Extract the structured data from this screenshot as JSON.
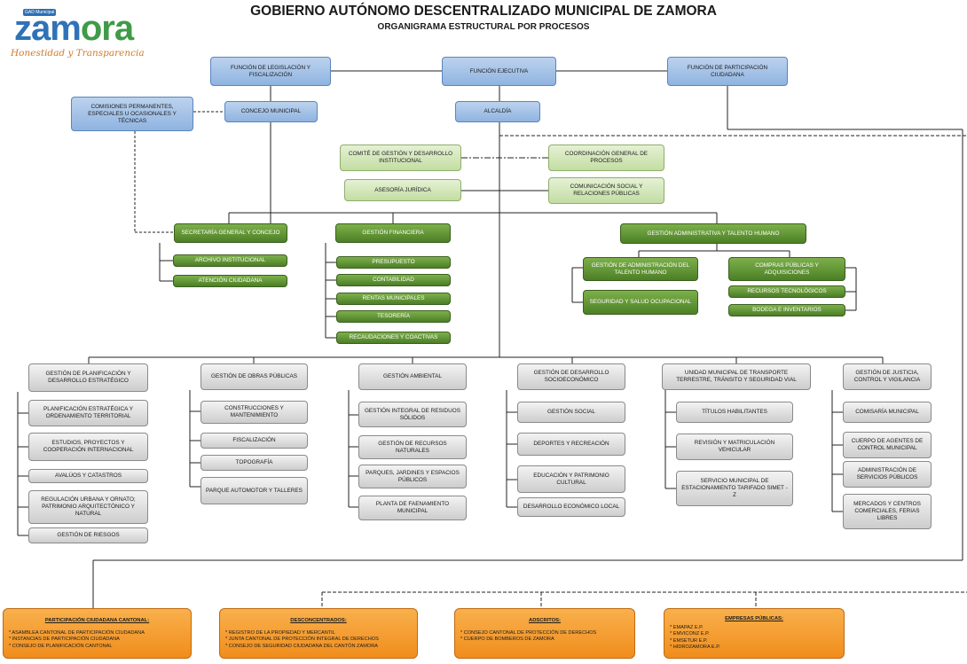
{
  "header": {
    "title": "GOBIERNO AUTÓNOMO DESCENTRALIZADO MUNICIPAL DE ZAMORA",
    "subtitle": "ORGANIGRAMA ESTRUCTURAL POR PROCESOS"
  },
  "logo": {
    "badge": "GAD Municipal",
    "word_part1": "zam",
    "word_part2": "ora",
    "slogan": "Honestidad y Transparencia"
  },
  "colors": {
    "blue": "#9dbde6",
    "light_green": "#d4e8bc",
    "dark_green": "#5e9133",
    "grey": "#dedede",
    "orange": "#f5a031"
  },
  "governance": {
    "legislation": "FUNCIÓN DE LEGISLACIÓN Y FISCALIZACIÓN",
    "executive": "FUNCIÓN EJECUTIVA",
    "participation": "FUNCIÓN DE PARTICIPACIÓN CIUDADANA",
    "commissions": "COMISIONES PERMANENTES, ESPECIALES U OCASIONALES Y TÉCNICAS",
    "council": "CONCEJO MUNICIPAL",
    "mayor": "ALCALDÍA"
  },
  "advisory": {
    "committee": "COMITÉ DE GESTIÓN Y DESARROLLO INSTITUCIONAL",
    "coordination": "COORDINACIÓN GENERAL DE PROCESOS",
    "legal": "ASESORÍA JURÍDICA",
    "communication": "COMUNICACIÓN SOCIAL Y RELACIONES PÚBLICAS"
  },
  "support": {
    "secretary": {
      "label": "SECRETARÍA GENERAL Y CONCEJO",
      "children": [
        "ARCHIVO INSTITUCIONAL",
        "ATENCIÓN CIUDADANA"
      ]
    },
    "finance": {
      "label": "GESTIÓN FINANCIERA",
      "children": [
        "PRESUPUESTO",
        "CONTABILIDAD",
        "RENTAS MUNICIPALES",
        "TESORERÍA",
        "RECAUDACIONES Y COACTIVAS"
      ]
    },
    "admin": {
      "label": "GESTIÓN ADMINISTRATIVA Y TALENTO HUMANO",
      "talent": "GESTIÓN DE ADMINISTRACIÓN DEL TALENTO HUMANO",
      "safety": "SEGURIDAD Y SALUD OCUPACIONAL",
      "purchases": "COMPRAS PÚBLICAS Y ADQUISICIONES",
      "tech": "RECURSOS TECNOLÓGICOS",
      "warehouse": "BODEGA E INVENTARIOS"
    }
  },
  "operations": [
    {
      "label": "GESTIÓN DE PLANIFICACIÓN Y DESARROLLO ESTRATÉGICO",
      "children": [
        "PLANIFICACIÓN ESTRATÉGICA Y ORDENAMIENTO TERRITORIAL",
        "ESTUDIOS, PROYECTOS Y COOPERACIÓN INTERNACIONAL",
        "AVALÚOS Y CATASTROS",
        "REGULACIÓN URBANA Y ORNATO; PATRIMONIO ARQUITECTÓNICO Y NATURAL",
        "GESTIÓN DE RIESGOS"
      ]
    },
    {
      "label": "GESTIÓN DE OBRAS PÚBLICAS",
      "children": [
        "CONSTRUCCIONES Y MANTENIMIENTO",
        "FISCALIZACIÓN",
        "TOPOGRAFÍA",
        "PARQUE AUTOMOTOR Y TALLERES"
      ]
    },
    {
      "label": "GESTIÓN AMBIENTAL",
      "children": [
        "GESTIÓN INTEGRAL DE RESIDUOS SÓLIDOS",
        "GESTIÓN DE RECURSOS NATURALES",
        "PARQUES, JARDINES Y ESPACIOS PÚBLICOS",
        "PLANTA DE FAENAMIENTO MUNICIPAL"
      ]
    },
    {
      "label": "GESTIÓN DE DESARROLLO SOCIOECONÓMICO",
      "children": [
        "GESTIÓN SOCIAL",
        "DEPORTES Y RECREACIÓN",
        "EDUCACIÓN Y PATRIMONIO CULTURAL",
        "DESARROLLO ECONÓMICO LOCAL"
      ]
    },
    {
      "label": "UNIDAD MUNICIPAL DE TRANSPORTE TERRESTRE, TRÁNSITO Y SEGURIDAD VIAL",
      "children": [
        "TÍTULOS HABILITANTES",
        "REVISIÓN Y MATRICULACIÓN VEHICULAR",
        "SERVICIO MUNICIPAL DE ESTACIONAMIENTO TARIFADO SIMET - Z"
      ]
    },
    {
      "label": "GESTIÓN DE JUSTICIA, CONTROL Y VIGILANCIA",
      "children": [
        "COMISARÍA MUNICIPAL",
        "CUERPO DE AGENTES DE CONTROL MUNICIPAL",
        "ADMINISTRACIÓN DE SERVICIOS PÚBLICOS",
        "MERCADOS Y CENTROS COMERCIALES, FERIAS LIBRES"
      ]
    }
  ],
  "entities": [
    {
      "title": "PARTICIPACIÓN CIUDADANA CANTONAL:",
      "items": [
        "* ASAMBLEA CANTONAL DE PARTICIPACIÓN CIUDADANA",
        "* INSTANCIAS DE PARTICIPACIÓN CIUDADANA",
        "* CONSEJO DE PLANIFICACIÓN CANTONAL"
      ]
    },
    {
      "title": "DESCONCENTRADOS:",
      "items": [
        "* REGISTRO DE LA PROPIEDAD Y MERCANTIL",
        "* JUNTA CANTONAL DE PROTECCIÓN INTEGRAL DE DERECHOS",
        "* CONSEJO DE SEGURIDAD CIUDADANA DEL CANTÓN ZAMORA"
      ]
    },
    {
      "title": "ADSCRITOS:",
      "items": [
        "* CONSEJO CANTONAL DE PROTECCIÓN DE DERECHOS",
        "* CUERPO DE BOMBEROS DE ZAMORA"
      ]
    },
    {
      "title": "EMPRESAS PÚBLICAS:",
      "items": [
        "* EMAPAZ E.P.",
        "* EMVICONZ E.P.",
        "* EMSETUR E.P.",
        "* HIDROZAMORA E.P."
      ]
    }
  ]
}
